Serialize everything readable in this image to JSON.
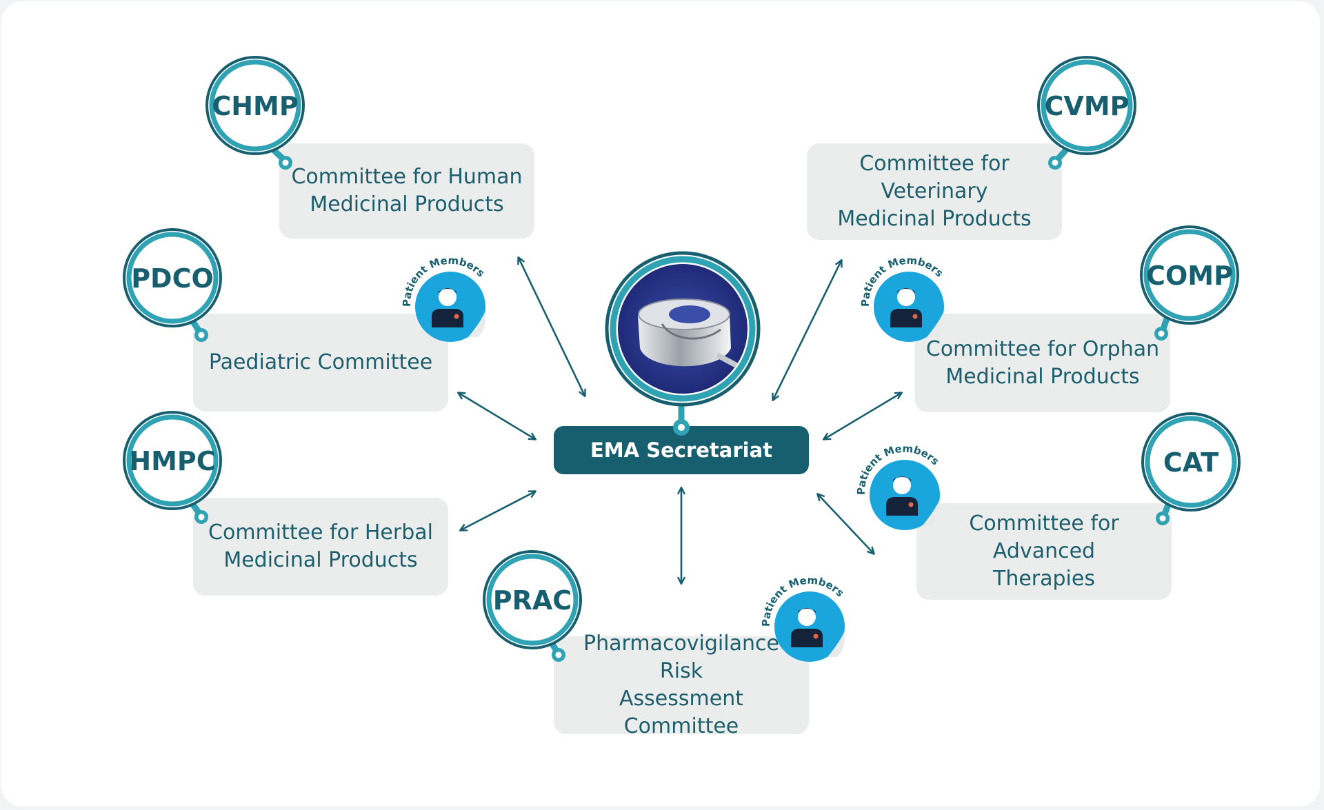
{
  "center": {
    "label": "EMA Secretariat"
  },
  "badge_text": "Patient Members",
  "committees": [
    {
      "abbr": "CHMP",
      "line1": "Committee for Human",
      "line2": "Medicinal Products",
      "patient_members": false
    },
    {
      "abbr": "PDCO",
      "line1": "Paediatric Committee",
      "line2": "",
      "patient_members": true
    },
    {
      "abbr": "HMPC",
      "line1": "Committee for Herbal",
      "line2": "Medicinal Products",
      "patient_members": false
    },
    {
      "abbr": "PRAC",
      "line1": "Pharmacovigilance Risk",
      "line2": "Assessment Committee",
      "patient_members": true
    },
    {
      "abbr": "CVMP",
      "line1": "Committee for Veterinary",
      "line2": "Medicinal Products",
      "patient_members": false
    },
    {
      "abbr": "COMP",
      "line1": "Committee for Orphan",
      "line2": "Medicinal Products",
      "patient_members": true
    },
    {
      "abbr": "CAT",
      "line1": "Committee for Advanced",
      "line2": "Therapies",
      "patient_members": true
    }
  ],
  "colors": {
    "teal_dark": "#175e6e",
    "teal_ring": "#2fa3b3",
    "box_bg": "#ebeded",
    "badge_blue": "#1aa5dc",
    "logo_navy": "#2b3a8c"
  }
}
